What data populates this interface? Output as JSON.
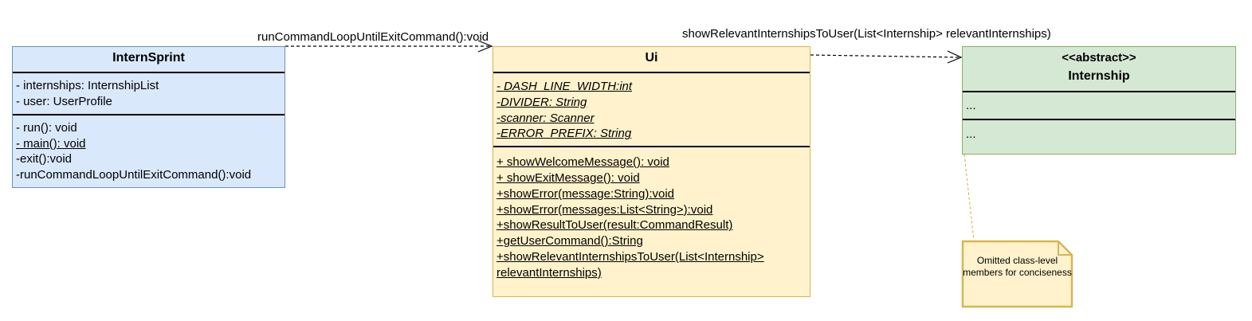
{
  "classes": {
    "internsprint": {
      "name": "InternSprint",
      "attributes": [
        "- internships: InternshipList",
        "- user: UserProfile"
      ],
      "methods": [
        {
          "text": "- run(): void",
          "underline": false
        },
        {
          "text": "- main(): void",
          "underline": true
        },
        {
          "text": "-exit():void",
          "underline": false
        },
        {
          "text": "-runCommandLoopUntilExitCommand():void",
          "underline": false
        }
      ]
    },
    "ui": {
      "name": "Ui",
      "attributes": [
        "- DASH_LINE_WIDTH:int",
        "-DIVIDER: String",
        "-scanner: Scanner",
        "-ERROR_PREFIX: String"
      ],
      "methods": [
        "+ showWelcomeMessage(): void",
        "+ showExitMessage(): void",
        "+showError(message:String):void",
        "+showError(messages:List<String>):void",
        "+showResultToUser(result:CommandResult)",
        "+getUserCommand():String",
        "+showRelevantInternshipsToUser(List<Internship>",
        "relevantInternships)"
      ]
    },
    "internship": {
      "stereotype": "<<abstract>>",
      "name": "Internship",
      "attributes_placeholder": "...",
      "methods_placeholder": "..."
    }
  },
  "edges": {
    "internsprint_to_ui": "runCommandLoopUntilExitCommand():void",
    "ui_to_internship": "showRelevantInternshipsToUser(List<Internship> relevantInternships)"
  },
  "note": {
    "text": "Omitted class-level members for conciseness"
  },
  "colors": {
    "internsprint_fill": "#dae8fc",
    "internsprint_border": "#6c8ebf",
    "ui_fill": "#fff2cc",
    "ui_border": "#d6b656",
    "internship_fill": "#d5e8d4",
    "internship_border": "#82b366",
    "note_fill": "#fff2cc",
    "note_border": "#d6b656"
  }
}
